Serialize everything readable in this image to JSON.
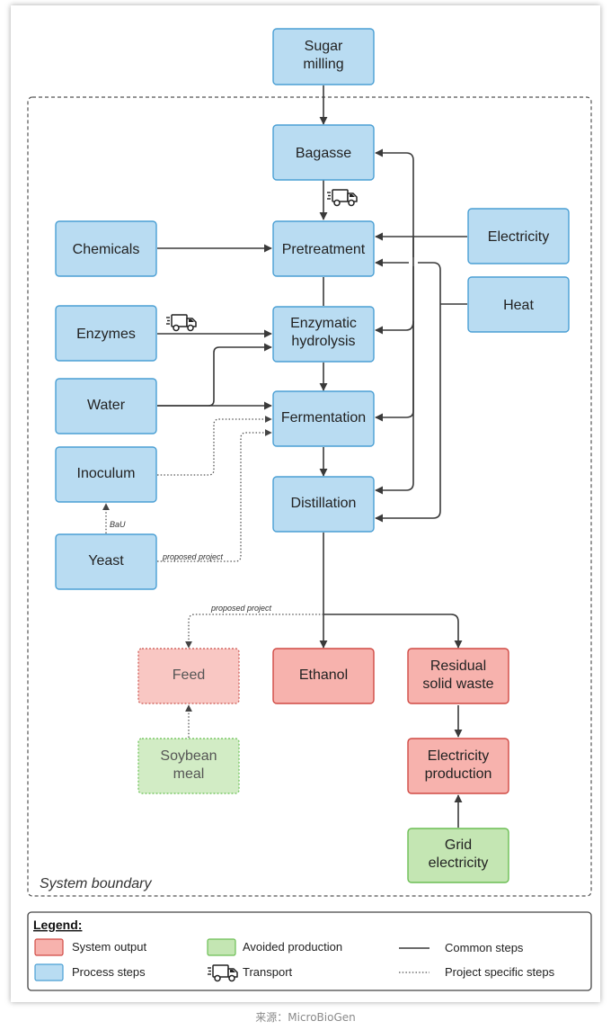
{
  "nodes": {
    "sugar_milling": [
      "Sugar",
      "milling"
    ],
    "bagasse": [
      "Bagasse"
    ],
    "chemicals": [
      "Chemicals"
    ],
    "pretreatment": [
      "Pretreatment"
    ],
    "electricity": [
      "Electricity"
    ],
    "heat": [
      "Heat"
    ],
    "enzymes": [
      "Enzymes"
    ],
    "enzymatic_hydrolysis": [
      "Enzymatic",
      "hydrolysis"
    ],
    "water": [
      "Water"
    ],
    "fermentation": [
      "Fermentation"
    ],
    "inoculum": [
      "Inoculum"
    ],
    "distillation": [
      "Distillation"
    ],
    "yeast": [
      "Yeast"
    ],
    "feed": [
      "Feed"
    ],
    "ethanol": [
      "Ethanol"
    ],
    "residual_solid_waste": [
      "Residual",
      "solid waste"
    ],
    "soybean_meal": [
      "Soybean",
      "meal"
    ],
    "electricity_production": [
      "Electricity",
      "production"
    ],
    "grid_electricity": [
      "Grid",
      "electricity"
    ]
  },
  "edge_labels": {
    "bau": "BaU",
    "proposed_project_yeast": "proposed project",
    "proposed_project_feed": "proposed project"
  },
  "boundary_label": "System boundary",
  "legend": {
    "title": "Legend:",
    "system_output": "System output",
    "process_steps": "Process steps",
    "avoided_production": "Avoided production",
    "transport": "Transport",
    "common_steps": "Common steps",
    "project_specific_steps": "Project specific steps"
  },
  "colors": {
    "process_fill": "#b9dcf2",
    "process_stroke": "#4a9fd4",
    "output_fill": "#f7b2ad",
    "output_stroke": "#d04a44",
    "avoided_fill": "#c4e6b3",
    "avoided_stroke": "#6cbe55"
  },
  "icons": [
    "truck-icon"
  ],
  "source_text": "来源：MicroBioGen"
}
